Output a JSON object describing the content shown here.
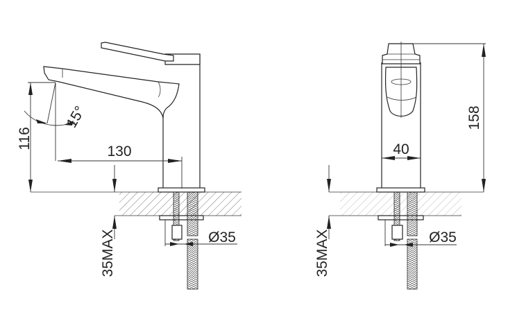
{
  "side_view": {
    "height_label": "116",
    "reach_label": "130",
    "angle_label": "15°",
    "max_thickness_label": "35MAX",
    "hole_diameter_label": "Ø35"
  },
  "front_view": {
    "total_height_label": "158",
    "width_label": "40",
    "max_thickness_label": "35MAX",
    "hole_diameter_label": "Ø35"
  }
}
